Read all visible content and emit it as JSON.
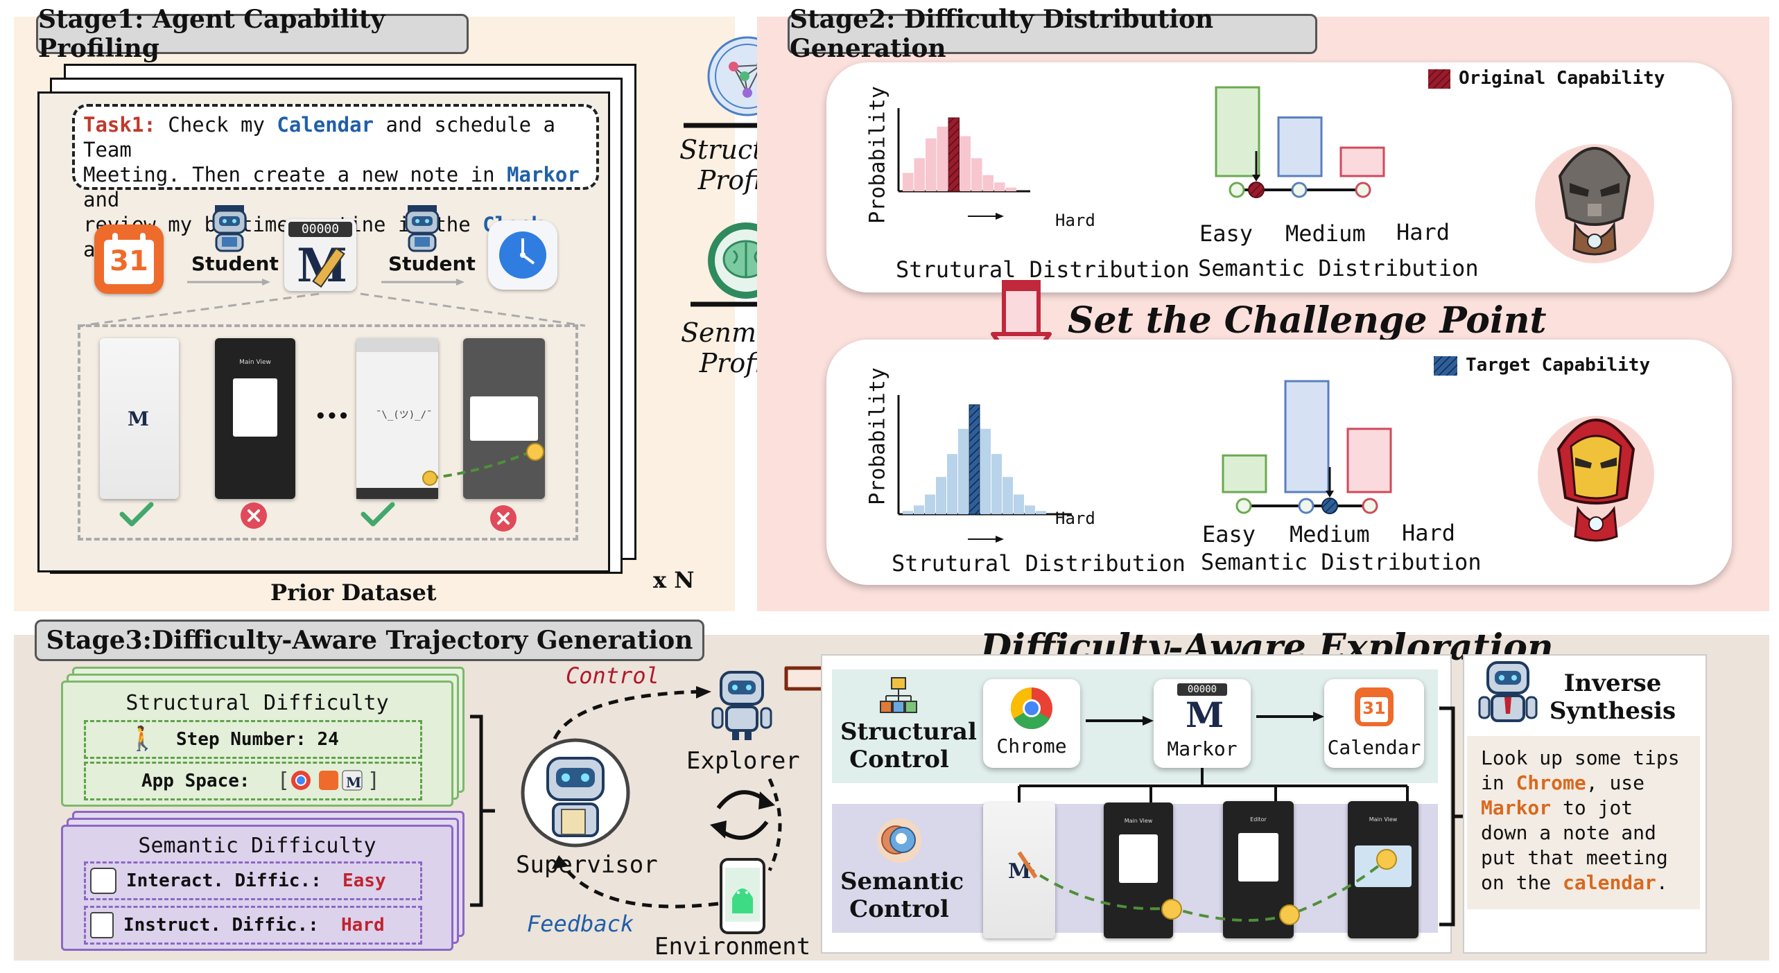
{
  "stage1": {
    "title": "Stage1: Agent Capability Profiling",
    "task_label": "Task1:",
    "task_lines": [
      [
        "Check my ",
        "Calendar",
        " and schedule a Team"
      ],
      [
        "Meeting. Then create a new note in ",
        "Markor",
        " and"
      ],
      [
        "review my bedtime routine in the ",
        "Clock",
        " app."
      ]
    ],
    "student_label_1": "Student",
    "student_label_2": "Student",
    "calendar_day": "31",
    "markor_dots": "00000",
    "phone_title": "Main View",
    "ellipsis": "•••",
    "dataset_label": "Prior Dataset",
    "multiplier": "x N"
  },
  "arrows": {
    "structural": [
      "Structural",
      "Profile"
    ],
    "semantic": [
      "Senmantic",
      "Profile"
    ]
  },
  "stage2": {
    "title": "Stage2: Difficulty Distribution Generation",
    "challenge": "Set the Challenge Point",
    "top": {
      "ylabel": "Probability",
      "hard_label": "Hard",
      "struct_caption": "Strutural Distribution",
      "sem_caption": "Semantic Distribution",
      "legend": "Original Capability",
      "levels": [
        "Easy",
        "Medium",
        "Hard"
      ]
    },
    "bottom": {
      "ylabel": "Probability",
      "hard_label": "Hard",
      "struct_caption": "Strutural Distribution",
      "sem_caption": "Semantic Distribution",
      "legend": "Target Capability",
      "levels": [
        "Easy",
        "Medium",
        "Hard"
      ]
    }
  },
  "stage3": {
    "title": "Stage3:Difficulty-Aware Trajectory Generation",
    "structural_title": "Structural Difficulty",
    "step_label": "Step Number: 24",
    "app_space_label": "App Space:",
    "semantic_title": "Semantic Difficulty",
    "interact_label": "Interact. Diffic.:",
    "interact_value": "Easy",
    "instruct_label": "Instruct. Diffic.:",
    "instruct_value": "Hard",
    "control": "Control",
    "feedback": "Feedback",
    "explorer": "Explorer",
    "supervisor": "Supervisor",
    "environment": "Environment",
    "exploration_title": "Difficulty-Aware Exploration",
    "structural_control": [
      "Structural",
      "Control"
    ],
    "semantic_control": [
      "Semantic",
      "Control"
    ],
    "apps": [
      "Chrome",
      "Markor",
      "Calendar"
    ],
    "phone_titles": [
      "Main View",
      "Editor",
      "Main View"
    ],
    "inverse": [
      "Inverse",
      "Synthesis"
    ],
    "synth_lines": [
      [
        [
          "Look up some tips",
          false
        ]
      ],
      [
        [
          "in ",
          false
        ],
        [
          "Chrome",
          true
        ],
        [
          ", use",
          false
        ]
      ],
      [
        [
          "Markor",
          true
        ],
        [
          " to jot",
          false
        ]
      ],
      [
        [
          "down a note and",
          false
        ]
      ],
      [
        [
          "put that meeting",
          false
        ]
      ],
      [
        [
          "on the ",
          false
        ],
        [
          "calendar",
          true
        ],
        [
          ".",
          false
        ]
      ]
    ]
  },
  "colors": {
    "stage1_bg": "#fbf0e2",
    "stage2_bg": "#fbe0dc",
    "stage3_bg": "#ece3da",
    "pink": "#f7c6cf",
    "dark_red": "#9a1c2c",
    "light_blue": "#b8d3ea",
    "dark_blue": "#1f4e86",
    "green_bar": "#dcefd4",
    "blue_bar": "#d6e2f4",
    "red_bar": "#fbdade",
    "accent_red": "#c0392b",
    "accent_blue": "#1f5fa8",
    "orange": "#d9691f"
  },
  "chart_data": [
    {
      "type": "bar",
      "title": "Strutural Distribution",
      "ylabel": "Probability",
      "xlabel": "Hard",
      "values": [
        0.25,
        0.45,
        0.72,
        0.88,
        1.0,
        0.75,
        0.45,
        0.22,
        0.12,
        0.05
      ],
      "highlight_index": 4,
      "legend": "Original Capability"
    },
    {
      "type": "bar",
      "title": "Semantic Distribution",
      "categories": [
        "Easy",
        "Medium",
        "Hard"
      ],
      "values": [
        1.0,
        0.66,
        0.32
      ],
      "marker": "between Easy and Medium",
      "legend": "Original Capability"
    },
    {
      "type": "bar",
      "title": "Strutural Distribution",
      "ylabel": "Probability",
      "xlabel": "Hard",
      "values": [
        0.03,
        0.08,
        0.18,
        0.34,
        0.55,
        0.78,
        1.0,
        0.78,
        0.55,
        0.34,
        0.18,
        0.08,
        0.03
      ],
      "highlight_index": 6,
      "legend": "Target Capability"
    },
    {
      "type": "bar",
      "title": "Semantic Distribution",
      "categories": [
        "Easy",
        "Medium",
        "Hard"
      ],
      "values": [
        0.33,
        1.0,
        0.57
      ],
      "marker": "between Medium and Hard",
      "legend": "Target Capability"
    }
  ]
}
